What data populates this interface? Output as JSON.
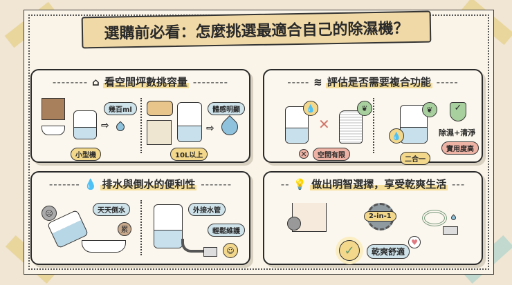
{
  "title": "選購前必看：怎麼挑選最適合自己的除濕機？",
  "panels": {
    "space": {
      "title": "看空間坪數挑容量",
      "icon": "house-icon",
      "small_bubble": "幾百ml",
      "small_label": "小型機",
      "large_bubble": "體感明顯",
      "large_label": "10L以上"
    },
    "function": {
      "title": "評估是否需要複合功能",
      "icon": "wind-icon",
      "left_label": "空間有限",
      "combo_label": "二合一",
      "benefit_text": "除濕+清淨",
      "benefit_label": "實用度高"
    },
    "drain": {
      "title": "排水與倒水的便利性",
      "icon": "water-drop-icon",
      "daily_bubble": "天天倒水",
      "tired_bubble": "累",
      "hose_bubble": "外接水管",
      "easy_bubble": "輕鬆維護"
    },
    "conclusion": {
      "title": "做出明智選擇，享受乾爽生活",
      "icon": "lightbulb-icon",
      "gear_label": "2-in-1",
      "comfort_bubble": "乾爽舒適"
    }
  },
  "colors": {
    "background": "#f1e5d3",
    "banner": "#f0d9a6",
    "highlight": "#f6df9a",
    "water": "#8fc3dd",
    "green": "#a8cf9e"
  }
}
